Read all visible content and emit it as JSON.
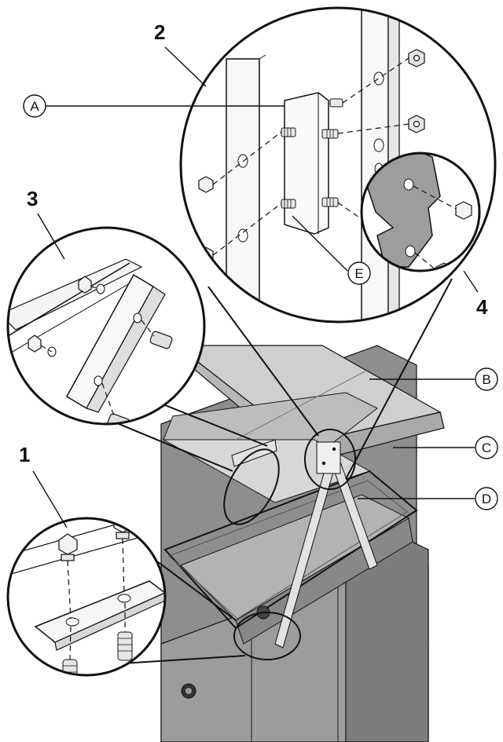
{
  "steps": {
    "one": "1",
    "two": "2",
    "three": "3",
    "four": "4"
  },
  "callouts": {
    "a": "A",
    "b": "B",
    "c": "C",
    "d": "D",
    "e": "E"
  },
  "colors": {
    "line": "#111111",
    "cabinet": "#9a9a9a",
    "cabinet_dark": "#6f6f6f",
    "lid": "#c9c9c9",
    "metal": "#dcdcdc",
    "background": "#ffffff"
  },
  "icons": [
    "hex-bolt-icon",
    "hex-nut-icon",
    "threaded-stud-icon",
    "bracket-icon"
  ]
}
